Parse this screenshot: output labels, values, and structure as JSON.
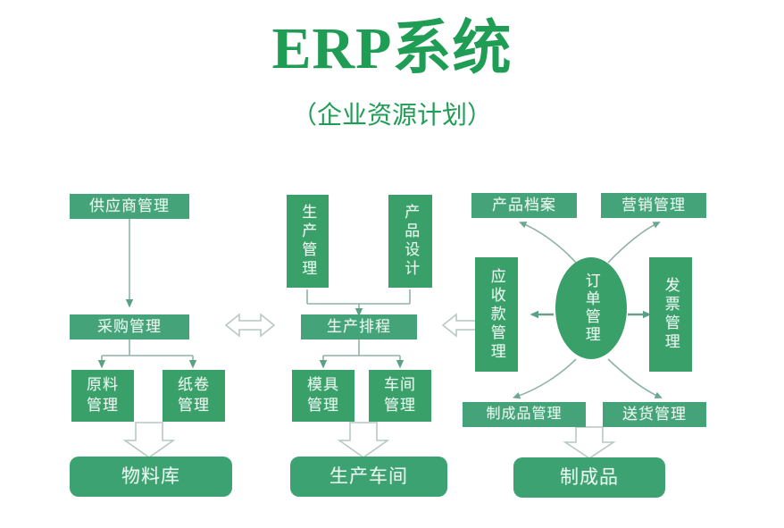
{
  "header": {
    "title": "ERP系统",
    "subtitle": "（企业资源计划）",
    "title_color": "#1f9d55"
  },
  "theme": {
    "node_fill": "#3aa06a",
    "node_fill_light": "#45a379",
    "node_text": "#e9f7ef",
    "connector": "#8fb3a3"
  },
  "diagram": {
    "type": "flowchart",
    "columns": [
      {
        "name": "procurement",
        "nodes": [
          {
            "id": "supplier-management",
            "label": "供应商管理",
            "shape": "rect"
          },
          {
            "id": "purchase-management",
            "label": "采购管理",
            "shape": "rect"
          },
          {
            "id": "raw-material-management",
            "label": "原料管理",
            "shape": "rect"
          },
          {
            "id": "paper-roll-management",
            "label": "纸卷管理",
            "shape": "rect"
          },
          {
            "id": "material-warehouse",
            "label": "物料库",
            "shape": "rounded"
          }
        ]
      },
      {
        "name": "production",
        "nodes": [
          {
            "id": "production-management",
            "label": "生产管理",
            "shape": "rect-vertical"
          },
          {
            "id": "product-design",
            "label": "产品设计",
            "shape": "rect-vertical"
          },
          {
            "id": "production-scheduling",
            "label": "生产排程",
            "shape": "rect"
          },
          {
            "id": "mold-management",
            "label": "模具管理",
            "shape": "rect"
          },
          {
            "id": "workshop-management",
            "label": "车间管理",
            "shape": "rect"
          },
          {
            "id": "production-workshop",
            "label": "生产车间",
            "shape": "rounded"
          }
        ]
      },
      {
        "name": "sales",
        "nodes": [
          {
            "id": "product-archive",
            "label": "产品档案",
            "shape": "rect"
          },
          {
            "id": "marketing-management",
            "label": "营销管理",
            "shape": "rect"
          },
          {
            "id": "receivables-management",
            "label": "应收款管理",
            "shape": "rect-vertical"
          },
          {
            "id": "order-management",
            "label": "订单管理",
            "shape": "ellipse"
          },
          {
            "id": "invoice-management",
            "label": "发票管理",
            "shape": "rect-vertical"
          },
          {
            "id": "finished-goods-management",
            "label": "制成品管理",
            "shape": "rect"
          },
          {
            "id": "delivery-management",
            "label": "送货管理",
            "shape": "rect"
          },
          {
            "id": "finished-goods",
            "label": "制成品",
            "shape": "rounded"
          }
        ]
      }
    ],
    "connections": [
      {
        "from": "supplier-management",
        "to": "purchase-management",
        "style": "arrow-down"
      },
      {
        "from": "purchase-management",
        "to": "raw-material-management",
        "style": "arrow-down"
      },
      {
        "from": "purchase-management",
        "to": "paper-roll-management",
        "style": "arrow-down"
      },
      {
        "from": "raw-material-management",
        "to": "material-warehouse",
        "style": "block-arrow-down"
      },
      {
        "from": "production-management",
        "to": "production-scheduling",
        "style": "arrow-down"
      },
      {
        "from": "product-design",
        "to": "production-scheduling",
        "style": "arrow-down"
      },
      {
        "from": "production-scheduling",
        "to": "mold-management",
        "style": "arrow-down"
      },
      {
        "from": "production-scheduling",
        "to": "workshop-management",
        "style": "arrow-down"
      },
      {
        "from": "mold-management",
        "to": "production-workshop",
        "style": "block-arrow-down"
      },
      {
        "from": "purchase-management",
        "to": "production-scheduling",
        "style": "block-arrow-double"
      },
      {
        "from": "production-scheduling",
        "to": "receivables-management",
        "style": "block-arrow-double"
      },
      {
        "from": "order-management",
        "to": "receivables-management",
        "style": "arrow-left"
      },
      {
        "from": "order-management",
        "to": "invoice-management",
        "style": "arrow-right"
      },
      {
        "from": "order-management",
        "to": "product-archive",
        "style": "curve-arrow"
      },
      {
        "from": "order-management",
        "to": "marketing-management",
        "style": "curve-arrow"
      },
      {
        "from": "order-management",
        "to": "finished-goods-management",
        "style": "curve-arrow"
      },
      {
        "from": "order-management",
        "to": "delivery-management",
        "style": "curve-arrow"
      },
      {
        "from": "finished-goods-management",
        "to": "finished-goods",
        "style": "block-arrow-down"
      }
    ]
  }
}
